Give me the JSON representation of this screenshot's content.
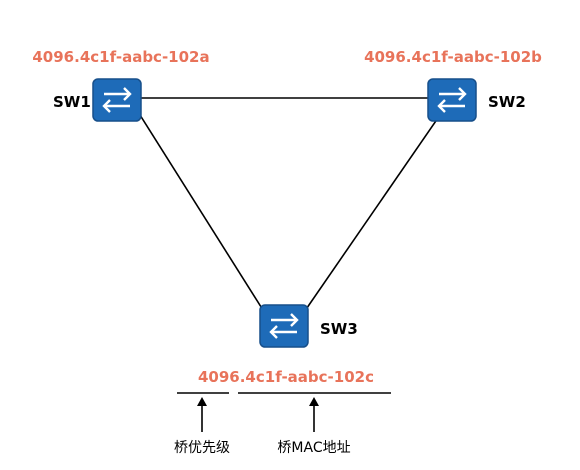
{
  "switches": [
    {
      "name": "SW1",
      "bridge_id": "4096.4c1f-aabc-102a"
    },
    {
      "name": "SW2",
      "bridge_id": "4096.4c1f-aabc-102b"
    },
    {
      "name": "SW3",
      "bridge_id": "4096.4c1f-aabc-102c"
    }
  ],
  "annotations": {
    "priority_label": "桥优先级",
    "mac_label": "桥MAC地址"
  },
  "colors": {
    "bridge_id_text": "#e8735a",
    "switch_fill": "#1e6bb8",
    "link": "#000000"
  },
  "icons": {
    "switch": "switch-icon"
  }
}
